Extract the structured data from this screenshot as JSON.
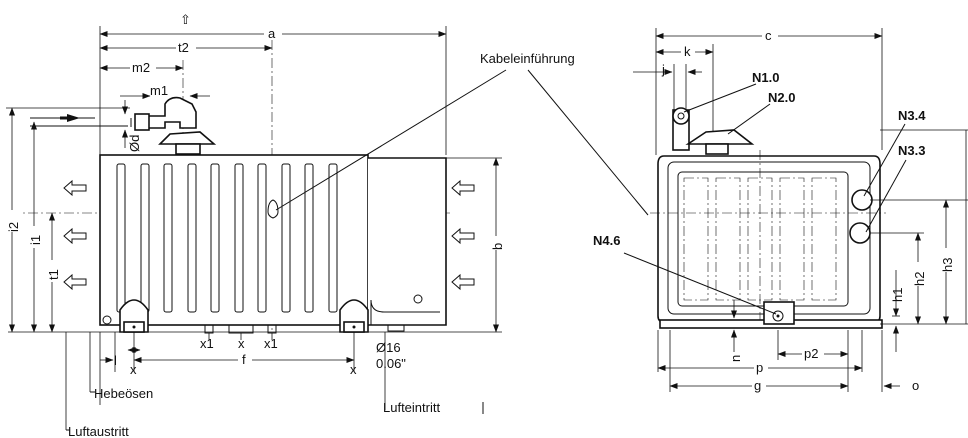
{
  "labels": {
    "up_arrow": "⇧",
    "a": "a",
    "t2": "t2",
    "m2": "m2",
    "m1": "m1",
    "od": "Ød",
    "i2": "i2",
    "i1": "i1",
    "t1": "t1",
    "b": "b",
    "x1_left": "x1",
    "x_mid": "x",
    "x1_right": "x1",
    "x_left": "x",
    "l": "l",
    "f": "f",
    "x_right": "x",
    "d16": "Ø16",
    "d16_in": "0.06\"",
    "hebeoesen": "Hebeösen",
    "luftaustritt": "Luftaustritt",
    "lufteintritt": "Lufteintritt",
    "kabeleinfuehrung": "Kabeleinführung",
    "c": "c",
    "k": "k",
    "j": "j",
    "n1_0": "N1.0",
    "n2_0": "N2.0",
    "n3_4": "N3.4",
    "n3_3": "N3.3",
    "n4_6": "N4.6",
    "h1": "h1",
    "h2": "h2",
    "h3": "h3",
    "n": "n",
    "p2": "p2",
    "p": "p",
    "g": "g",
    "o": "o"
  }
}
